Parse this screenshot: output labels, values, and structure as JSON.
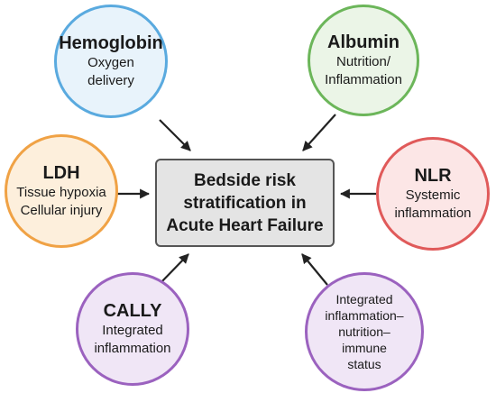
{
  "center": {
    "text": "Bedside risk\nstratification in\nAcute Heart Failure"
  },
  "nodes": [
    {
      "id": "hemoglobin",
      "title": "Hemoglobin",
      "description": "Oxygen\ndelivery",
      "border_color": "#5aaadf",
      "fill_color": "#e8f3fb"
    },
    {
      "id": "albumin",
      "title": "Albumin",
      "description": "Nutrition/\nInflammation",
      "border_color": "#6cb65a",
      "fill_color": "#ebf5e7"
    },
    {
      "id": "ldh",
      "title": "LDH",
      "description": "Tissue hypoxia\nCellular injury",
      "border_color": "#f0a245",
      "fill_color": "#fdefdc"
    },
    {
      "id": "nlr",
      "title": "NLR",
      "description": "Systemic\ninflammation",
      "border_color": "#e05a5a",
      "fill_color": "#fce6e6"
    },
    {
      "id": "cally",
      "title": "CALLY",
      "description": "Integrated\ninflammation",
      "border_color": "#9b62bf",
      "fill_color": "#f0e6f6"
    },
    {
      "id": "integrated",
      "title": "",
      "description": "Integrated\ninflammation–\nnutrition–\nimmune\nstatus",
      "border_color": "#9b62bf",
      "fill_color": "#f0e6f6"
    }
  ],
  "arrow_color": "#222222"
}
